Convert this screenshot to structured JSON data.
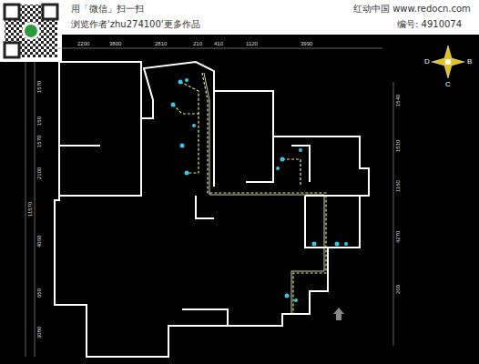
{
  "diagram": {
    "labels": [
      "用「微信」扫一扫",
      "浏览作者'zhu274100'更多作品",
      "红动中国 www.redocn.com",
      "编号: 4910074",
      "D",
      "B",
      "C",
      "2200",
      "3800",
      "2810",
      "210",
      "410",
      "1120",
      "3990",
      "1570",
      "150",
      "1570",
      "2100",
      "4060",
      "650",
      "3080",
      "11570",
      "1540",
      "1510",
      "1160",
      "4270",
      "260"
    ]
  }
}
